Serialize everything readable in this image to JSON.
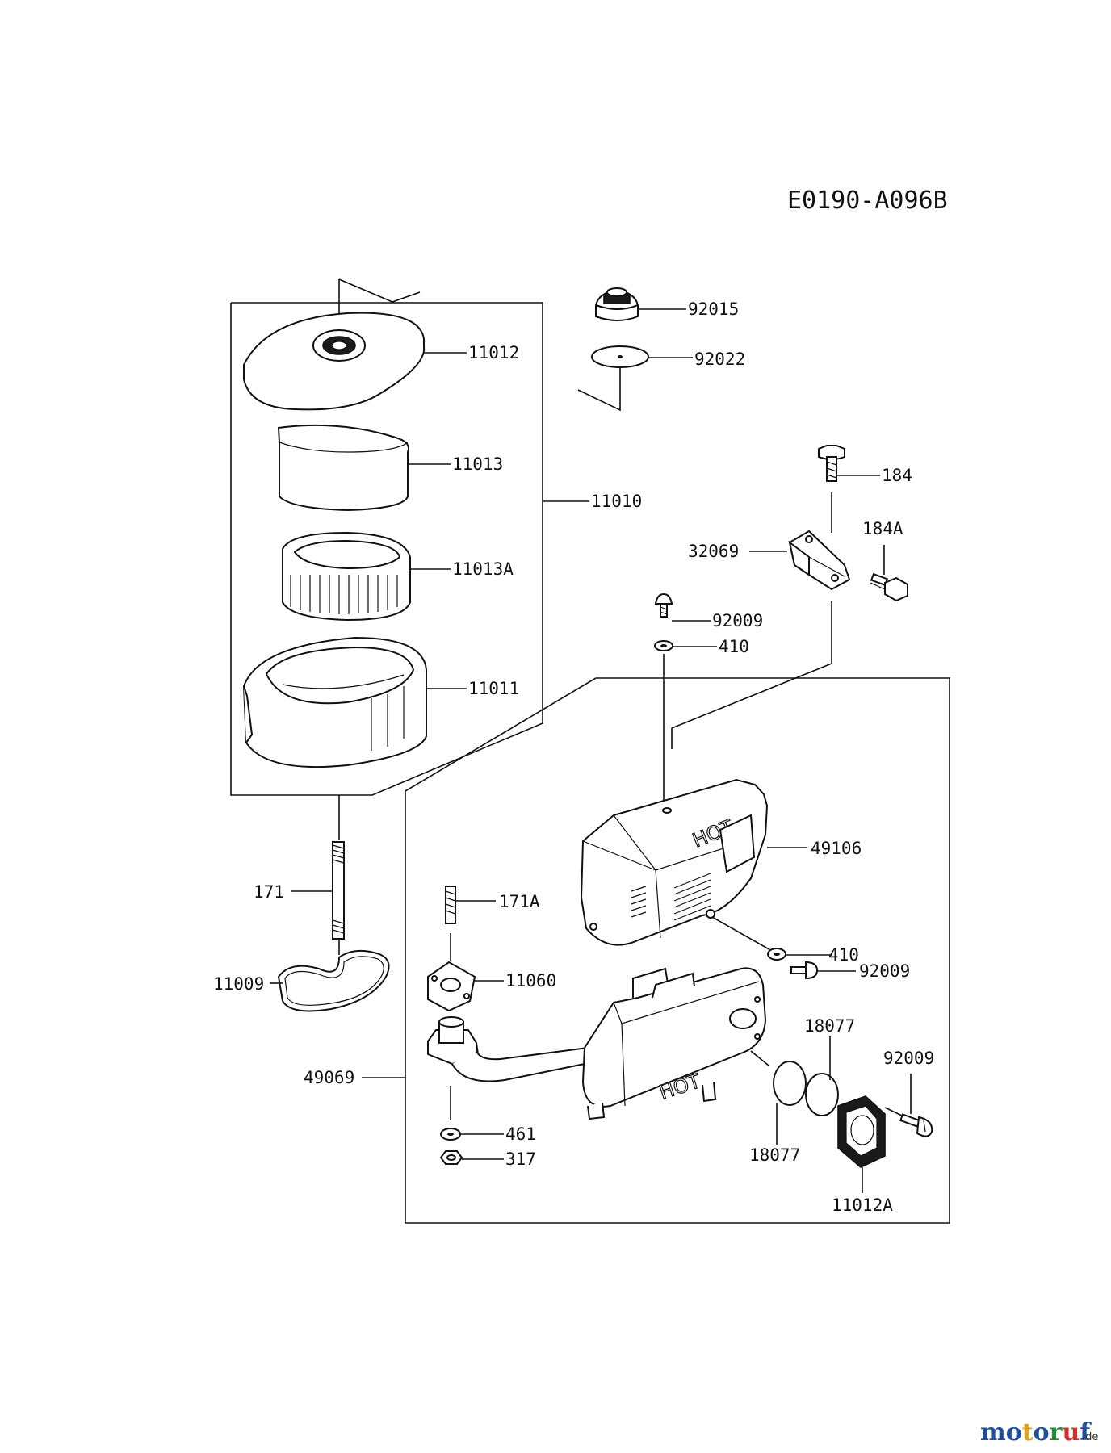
{
  "diagram_code": "E0190-A096B",
  "watermark": {
    "letters": [
      "m",
      "o",
      "t",
      "o",
      "r",
      "u",
      "f"
    ],
    "letter_colors": [
      "#1f4e9c",
      "#1f4e9c",
      "#e0a21a",
      "#1f4e9c",
      "#2a8a3a",
      "#d4302a",
      "#1f4e9c"
    ],
    "suffix": ".de"
  },
  "parts": {
    "p92015": "92015",
    "p92022": "92022",
    "p11012": "11012",
    "p11013": "11013",
    "p11010": "11010",
    "p11013A": "11013A",
    "p11011": "11011",
    "p184": "184",
    "p184A": "184A",
    "p32069": "32069",
    "p92009a": "92009",
    "p410a": "410",
    "p49106": "49106",
    "p171": "171",
    "p171A": "171A",
    "p11060": "11060",
    "p11009": "11009",
    "p410b": "410",
    "p92009b": "92009",
    "p18077a": "18077",
    "p92009c": "92009",
    "p49069": "49069",
    "p461": "461",
    "p317": "317",
    "p18077b": "18077",
    "p11012A": "11012A"
  },
  "embossed_text": {
    "cover": "HOT",
    "muffler": "HOT"
  }
}
